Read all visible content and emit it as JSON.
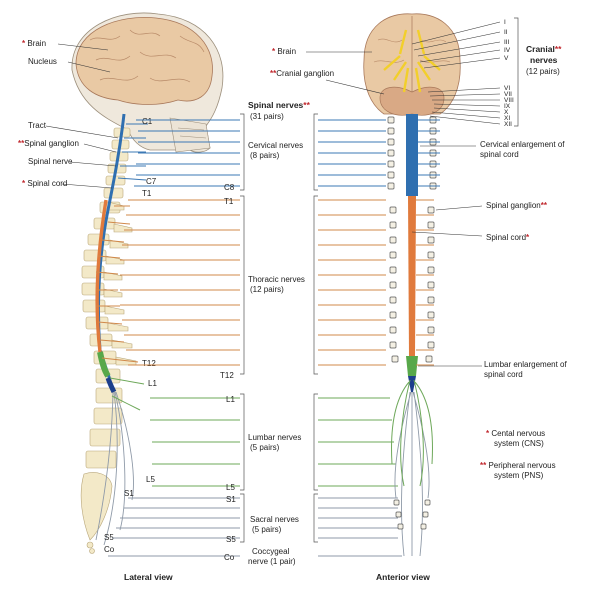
{
  "lateral": {
    "caption": "Lateral view",
    "labels": {
      "brain": "Brain",
      "nucleus": "Nucleus",
      "tract": "Tract",
      "spinal_ganglion": "Spinal ganglion",
      "spinal_nerve": "Spinal nerve",
      "spinal_cord": "Spinal cord"
    },
    "levels": {
      "c1": "C1",
      "c7": "C7",
      "t1": "T1",
      "t12": "T12",
      "l1": "L1",
      "l5": "L5",
      "s1": "S1",
      "s5": "S5",
      "co": "Co"
    }
  },
  "anterior": {
    "caption": "Anterior view",
    "labels": {
      "brain": "Brain",
      "cranial_ganglion": "Cranial ganglion",
      "cervical_enlargement": "Cervical enlargement of spinal cord",
      "spinal_ganglion": "Spinal ganglion",
      "spinal_cord": "Spinal cord",
      "lumbar_enlargement": "Lumbar enlargement of spinal cord"
    },
    "cranial_nerves_title": "Cranial",
    "cranial_nerves_title2": "nerves",
    "cranial_nerves_count": "(12 pairs)",
    "cranial_numerals": [
      "I",
      "II",
      "III",
      "IV",
      "V",
      "VI",
      "VII",
      "VIII",
      "IX",
      "X",
      "XI",
      "XII"
    ]
  },
  "middle": {
    "spinal_nerves_title": "Spinal nerves",
    "spinal_nerves_count": "(31 pairs)",
    "groups": [
      {
        "name": "Cervical nerves",
        "count": "(8 pairs)",
        "end": "C8"
      },
      {
        "name": "Thoracic nerves",
        "count": "(12 pairs)",
        "start": "T1",
        "end": "T12"
      },
      {
        "name": "Lumbar nerves",
        "count": "(5 pairs)",
        "start": "L1",
        "end": "L5"
      },
      {
        "name": "Sacral nerves",
        "count": "(5 pairs)",
        "start": "S1",
        "end": "S5"
      },
      {
        "name": "Coccygeal",
        "count": "nerve (1 pair)",
        "end": "Co"
      }
    ]
  },
  "legend": {
    "cns": "Cental nervous",
    "cns2": "system (CNS)",
    "pns": "Peripheral nervous",
    "pns2": "system (PNS)"
  },
  "markers": {
    "cns": "*",
    "pns": "**"
  },
  "colors": {
    "cervical": "#3b78b5",
    "thoracic": "#d0884a",
    "lumbar": "#6ea85a",
    "sacral": "#8f9aa8",
    "cord_blue": "#2f6fb0",
    "star": "#c0272d"
  }
}
